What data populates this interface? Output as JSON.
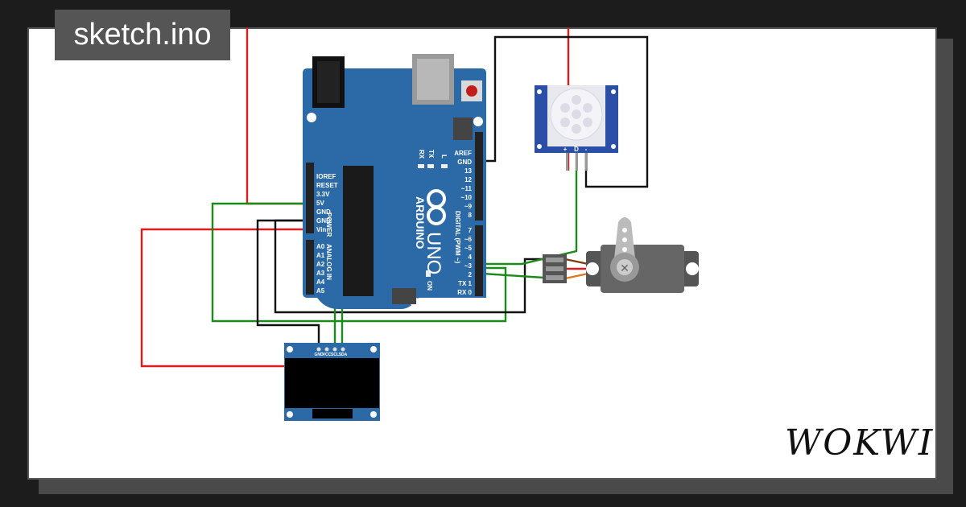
{
  "tab": {
    "title": "sketch.ino"
  },
  "brand": {
    "logo_text": "WOKWI"
  },
  "arduino": {
    "model": "UNO",
    "brand": "ARDUINO",
    "on_label": "ON",
    "l_label": "L",
    "tx_label": "TX",
    "rx_label": "RX",
    "power_header": "POWER",
    "analog_header": "ANALOG IN",
    "digital_header": "DIGITAL (PWM ~)",
    "power_pins": [
      "IOREF",
      "RESET",
      "3.3V",
      "5V",
      "GND",
      "GND",
      "Vin"
    ],
    "analog_pins": [
      "A0",
      "A1",
      "A2",
      "A3",
      "A4",
      "A5"
    ],
    "digital_top_pins": [
      "AREF",
      "GND",
      "13",
      "12",
      "~11",
      "~10",
      "~9",
      "8"
    ],
    "digital_bottom_pins": [
      "7",
      "~6",
      "~5",
      "4",
      "~3",
      "2",
      "TX 1",
      "RX 0"
    ]
  },
  "oled": {
    "pins": [
      "GND",
      "VCC",
      "SCL",
      "SDA"
    ]
  },
  "pir": {
    "pins": [
      "+",
      "D",
      "-"
    ]
  },
  "wire_colors": {
    "red": "#e01b1b",
    "black": "#111111",
    "green": "#1a8a1a",
    "orange": "#e0781b",
    "brown": "#7a3b12"
  },
  "board_color": "#2b6aa6"
}
